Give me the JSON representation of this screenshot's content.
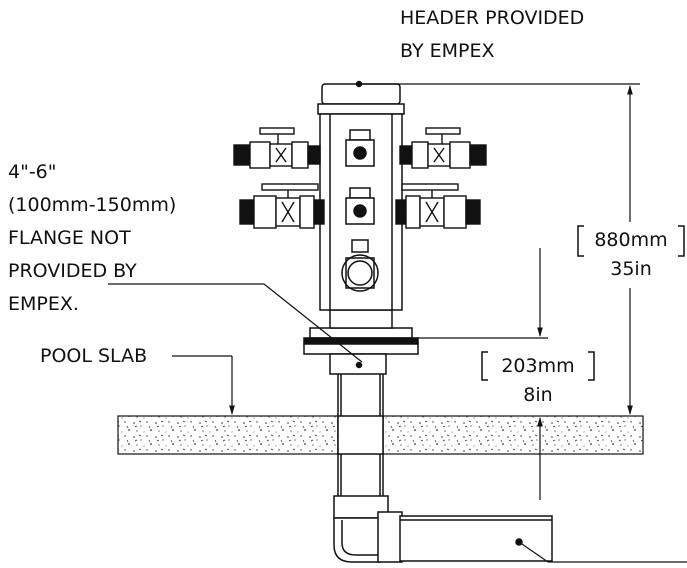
{
  "labels": {
    "header_provided": [
      "HEADER PROVIDED",
      "BY EMPEX"
    ],
    "flange_note": [
      "4\"-6\"",
      "(100mm-150mm)",
      "FLANGE NOT",
      "PROVIDED BY",
      "EMPEX."
    ],
    "pool_slab": "POOL SLAB"
  },
  "dimensions": {
    "overall_height": {
      "metric": "880mm",
      "imperial": "35in"
    },
    "slab_to_flange": {
      "metric": "203mm",
      "imperial": "8in"
    }
  }
}
